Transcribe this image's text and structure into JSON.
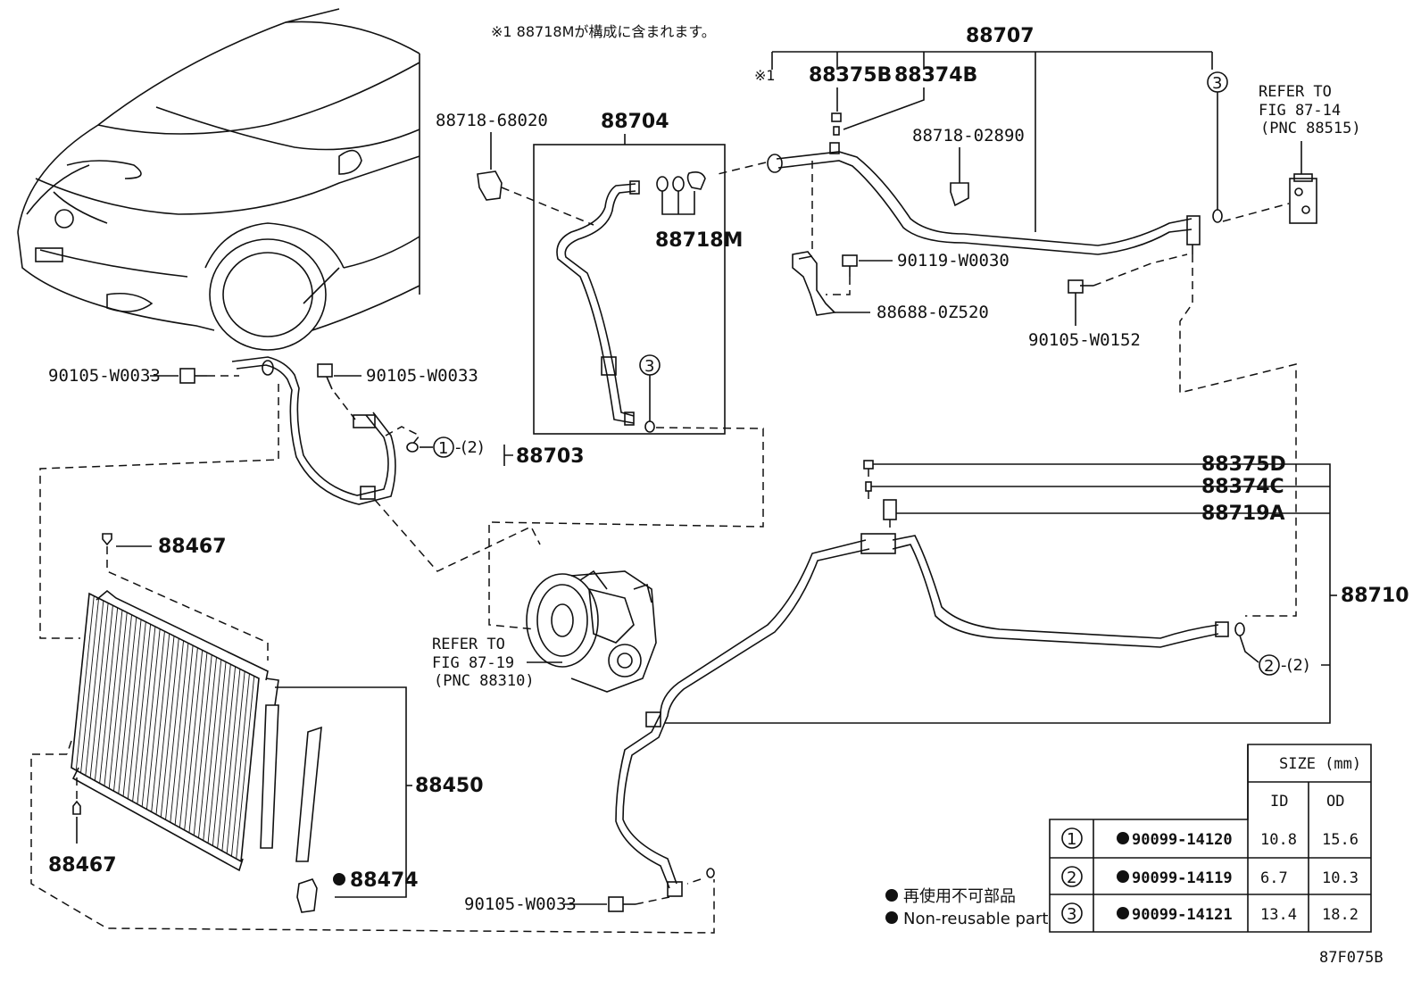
{
  "note": {
    "text": "※1 88718Mが構成に含まれます。"
  },
  "parts": {
    "p88707": "88707",
    "kome1": "※1",
    "p88375B": "88375B",
    "p88374B": "88374B",
    "p88704": "88704",
    "p88718_68020": "88718-68020",
    "p88718M": "88718M",
    "p88718_02890": "88718-02890",
    "p90119_W0030": "90119-W0030",
    "p88688_0Z520": "88688-0Z520",
    "p90105_W0152": "90105-W0152",
    "p90105_W0033": "90105-W0033",
    "p88703": "88703",
    "p88467": "88467",
    "p88450": "88450",
    "p88474": "88474",
    "p88375D": "88375D",
    "p88374C": "88374C",
    "p88719A": "88719A",
    "p88710": "88710"
  },
  "callouts": {
    "c1": "1",
    "c2": "2",
    "c3": "3",
    "c1_qty": "-(2)",
    "c2_qty": "-(2)"
  },
  "refs": {
    "r8714": {
      "l1": "REFER TO",
      "l2": "FIG 87-14",
      "l3": "(PNC 88515)"
    },
    "r8719": {
      "l1": "REFER TO",
      "l2": "FIG 87-19",
      "l3": "(PNC 88310)"
    }
  },
  "legend": {
    "jp": "再使用不可部品",
    "en": "Non-reusable part"
  },
  "size_table": {
    "header": "SIZE (mm)",
    "col_id": "ID",
    "col_od": "OD",
    "rows": [
      {
        "no": "1",
        "part": "90099-14120",
        "id": "10.8",
        "od": "15.6"
      },
      {
        "no": "2",
        "part": "90099-14119",
        "id": "6.7",
        "od": "10.3"
      },
      {
        "no": "3",
        "part": "90099-14121",
        "id": "13.4",
        "od": "18.2"
      }
    ]
  },
  "figure_code": "87F075B"
}
